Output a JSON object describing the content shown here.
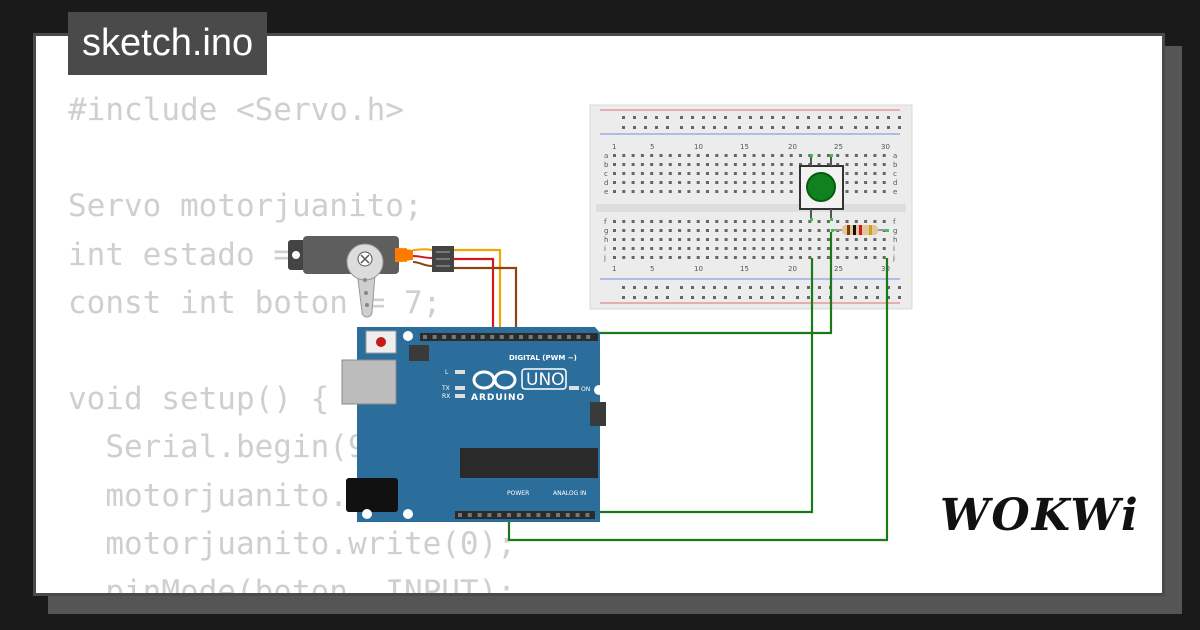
{
  "header": {
    "filename": "sketch.ino"
  },
  "code_lines": [
    "#include <Servo.h>",
    "",
    "Servo motorjuanito;",
    "int estado = 0;",
    "const int boton = 7;",
    "",
    "void setup() {",
    "  Serial.begin(9600);",
    "  motorjuanito.attach(9);",
    "  motorjuanito.write(0);",
    "  pinMode(boton, INPUT);"
  ],
  "arduino": {
    "model": "UNO",
    "brand": "ARDUINO",
    "digital_label": "DIGITAL (PWM ~)",
    "power_label": "POWER",
    "analog_label": "ANALOG IN",
    "on_label": "ON",
    "l_label": "L",
    "tx_label": "TX",
    "rx_label": "RX"
  },
  "breadboard": {
    "column_numbers": [
      "1",
      "5",
      "10",
      "15",
      "20",
      "25",
      "30"
    ],
    "row_letters_top": [
      "a",
      "b",
      "c",
      "d",
      "e"
    ],
    "row_letters_bottom": [
      "f",
      "g",
      "h",
      "i",
      "j"
    ]
  },
  "brand_logo": "WOKWi",
  "colors": {
    "arduino_blue": "#2c6e9b",
    "wire_green": "#1a7a1a",
    "wire_red": "#d11a1a",
    "wire_orange": "#f5a300",
    "wire_brown": "#8b4513",
    "button_green": "#11801e"
  }
}
